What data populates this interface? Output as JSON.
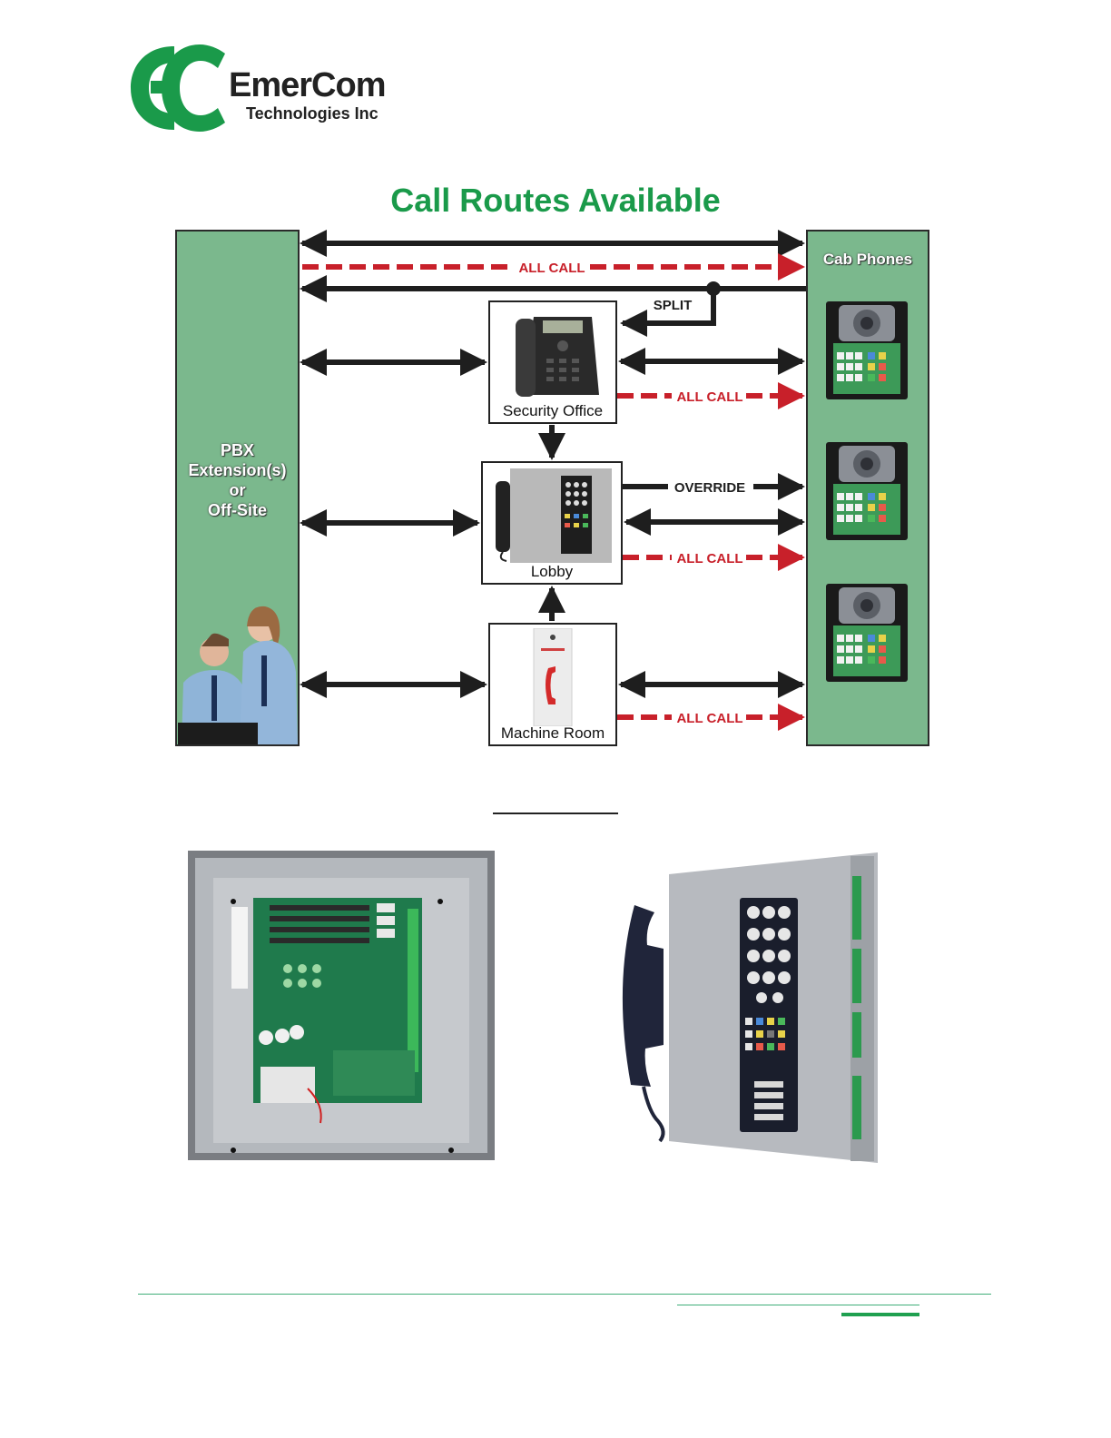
{
  "brand": {
    "logo_letters": "EC",
    "name": "EmerCom",
    "subtitle": "Technologies Inc",
    "green": "#1a9a4a"
  },
  "title": "Call Routes Available",
  "panels": {
    "pbx": [
      "PBX",
      "Extension(s)",
      "or",
      "Off-Site"
    ],
    "cab": "Cab Phones"
  },
  "stations": {
    "security": "Security Office",
    "lobby": "Lobby",
    "machine": "Machine Room"
  },
  "route_labels": {
    "all_call": "ALL CALL",
    "split": "SPLIT",
    "override": "OVERRIDE"
  },
  "colors": {
    "panel": "#7bb88d",
    "arrow": "#1e1e1e",
    "all_call": "#c8202a"
  }
}
